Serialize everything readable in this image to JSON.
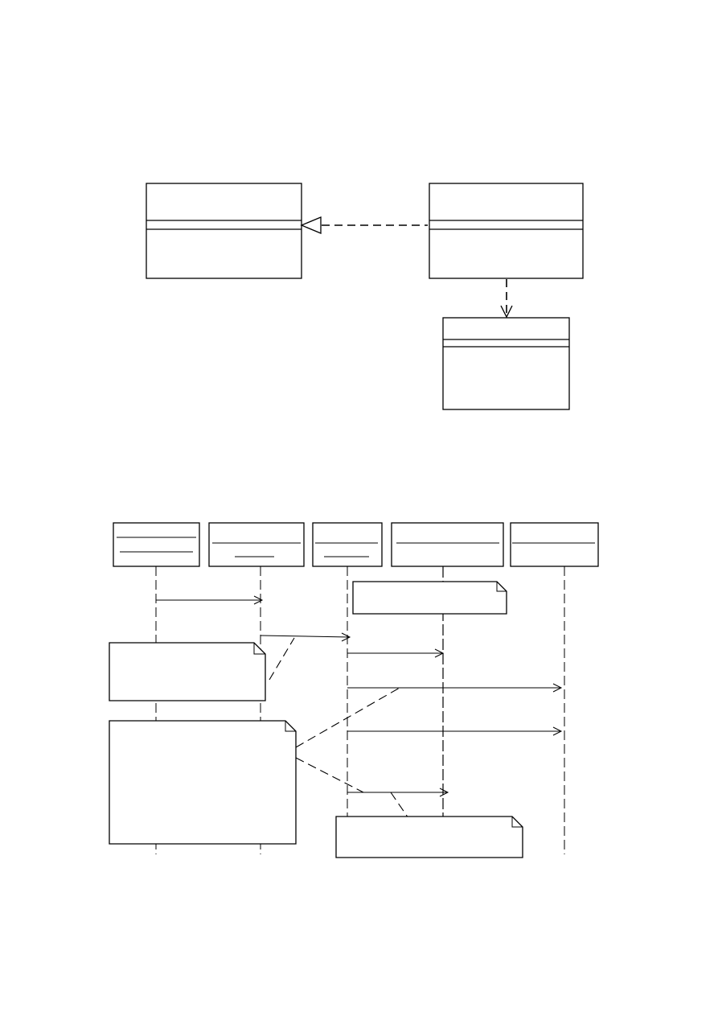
{
  "class_diagram": {
    "classes": [
      {
        "id": "class-left",
        "name": "",
        "attributes": [],
        "operations": []
      },
      {
        "id": "class-right",
        "name": "",
        "attributes": [],
        "operations": []
      },
      {
        "id": "class-bottom",
        "name": "",
        "attributes": [],
        "operations": []
      }
    ],
    "relations": [
      {
        "type": "realization",
        "from": "class-right",
        "to": "class-left"
      },
      {
        "type": "dependency",
        "from": "class-right",
        "to": "class-bottom"
      }
    ]
  },
  "sequence_diagram": {
    "objects": [
      {
        "id": "obj-1",
        "name": ""
      },
      {
        "id": "obj-2",
        "name": ""
      },
      {
        "id": "obj-3",
        "name": ""
      },
      {
        "id": "obj-4",
        "name": ""
      },
      {
        "id": "obj-5",
        "name": ""
      }
    ],
    "messages": [
      {
        "from": "obj-1",
        "to": "obj-2",
        "label": ""
      },
      {
        "from": "obj-2",
        "to": "obj-3",
        "label": ""
      },
      {
        "from": "obj-3",
        "to": "obj-4",
        "label": ""
      },
      {
        "from": "obj-3",
        "to": "obj-5",
        "label": ""
      },
      {
        "from": "obj-3",
        "to": "obj-5",
        "label": ""
      },
      {
        "from": "obj-3",
        "to": "obj-4",
        "label": ""
      }
    ],
    "notes": [
      {
        "id": "note-top",
        "text": ""
      },
      {
        "id": "note-left-small",
        "text": ""
      },
      {
        "id": "note-left-large",
        "text": ""
      },
      {
        "id": "note-bottom",
        "text": ""
      }
    ]
  }
}
